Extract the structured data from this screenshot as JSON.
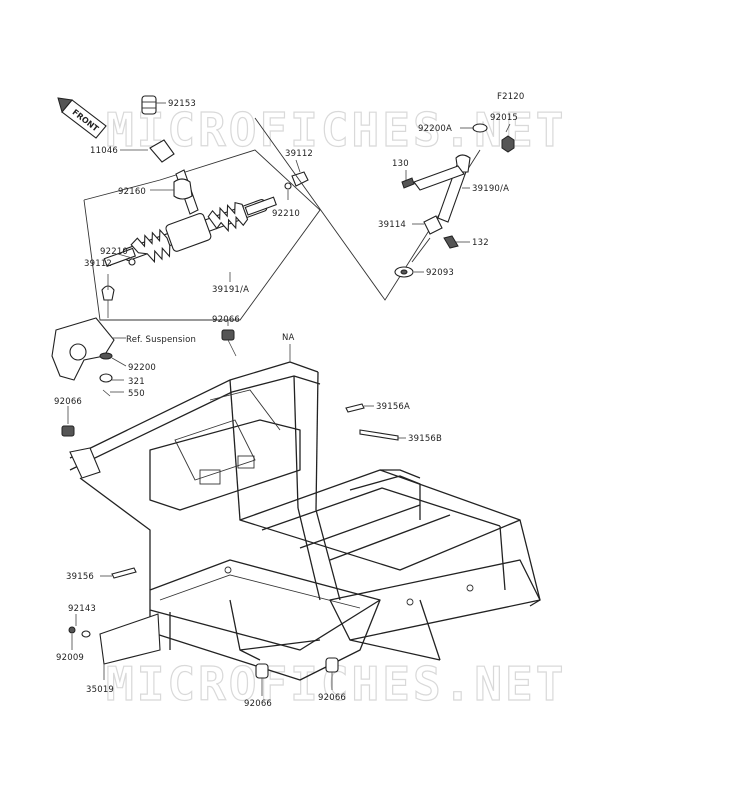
{
  "diagram": {
    "code": "F2120",
    "front_label": "FRONT",
    "watermark": "MICROFICHES.NET",
    "ref_label": "Ref. Suspension",
    "na_label": "NA",
    "parts": [
      {
        "key": "p92153",
        "label": "92153"
      },
      {
        "key": "p11046",
        "label": "11046"
      },
      {
        "key": "p92160",
        "label": "92160"
      },
      {
        "key": "p39112a",
        "label": "39112"
      },
      {
        "key": "p92210a",
        "label": "92210"
      },
      {
        "key": "p92210b",
        "label": "92210"
      },
      {
        "key": "p39112b",
        "label": "39112"
      },
      {
        "key": "p39191",
        "label": "39191/A"
      },
      {
        "key": "p92066a",
        "label": "92066"
      },
      {
        "key": "p92200",
        "label": "92200"
      },
      {
        "key": "p321",
        "label": "321"
      },
      {
        "key": "p550",
        "label": "550"
      },
      {
        "key": "p92066b",
        "label": "92066"
      },
      {
        "key": "p92200a",
        "label": "92200A"
      },
      {
        "key": "p92015",
        "label": "92015"
      },
      {
        "key": "p130",
        "label": "130"
      },
      {
        "key": "p39190",
        "label": "39190/A"
      },
      {
        "key": "p39114",
        "label": "39114"
      },
      {
        "key": "p132",
        "label": "132"
      },
      {
        "key": "p92093",
        "label": "92093"
      },
      {
        "key": "p39156a",
        "label": "39156A"
      },
      {
        "key": "p39156b",
        "label": "39156B"
      },
      {
        "key": "p39156",
        "label": "39156"
      },
      {
        "key": "p92143",
        "label": "92143"
      },
      {
        "key": "p92009",
        "label": "92009"
      },
      {
        "key": "p35019",
        "label": "35019"
      },
      {
        "key": "p92066c",
        "label": "92066"
      },
      {
        "key": "p92066d",
        "label": "92066"
      }
    ]
  }
}
